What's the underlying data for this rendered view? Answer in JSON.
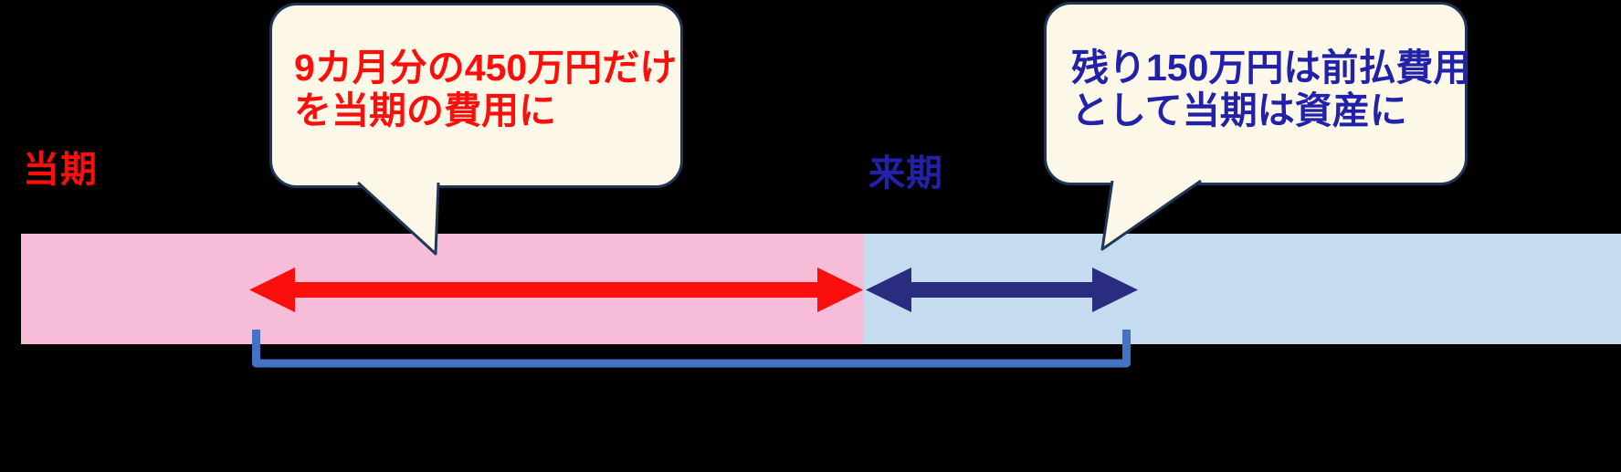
{
  "colors": {
    "background": "#000000",
    "pink_bar": "#F7BCD7",
    "blue_bar": "#C5DCF0",
    "red_accent": "#FB0F0C",
    "navy_accent": "#2A2C80",
    "bracket_blue": "#4472C4",
    "bubble_fill": "#FDF8E7",
    "bubble_border": "#1F3656",
    "red_text": "#FB0F0C",
    "blue_text": "#2121A9"
  },
  "period_labels": {
    "current": "当期",
    "next": "来期"
  },
  "callouts": {
    "current_expense": {
      "line1": "9カ月分の450万円だけ",
      "line2": "を当期の費用に"
    },
    "prepaid_asset": {
      "line1": "残り150万円は前払費用",
      "line2": "として当期は資産に"
    }
  }
}
